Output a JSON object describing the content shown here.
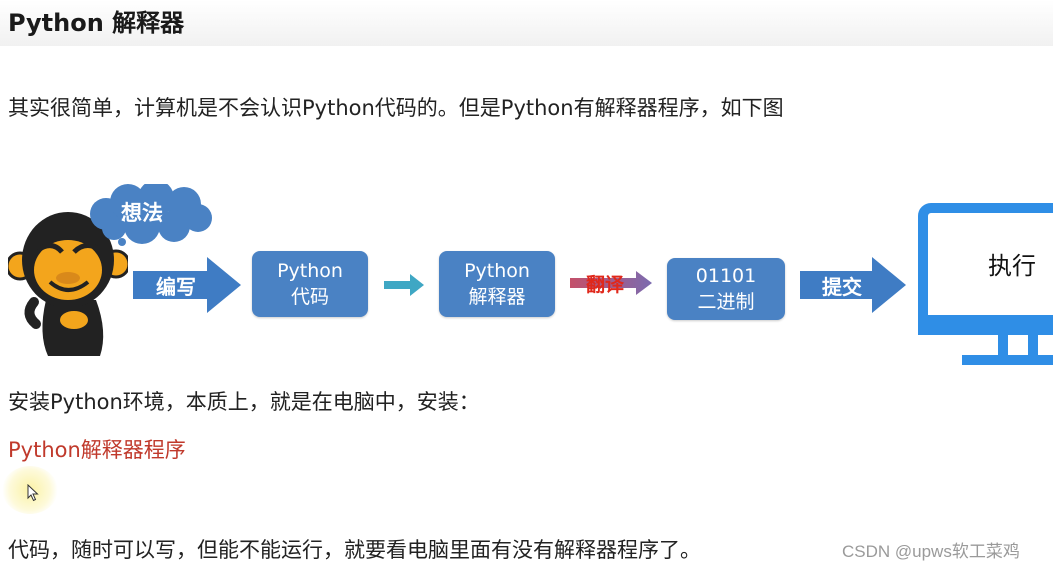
{
  "slide": {
    "title": "Python 解释器",
    "intro": "其实很简单，计算机是不会认识Python代码的。但是Python有解释器程序，如下图",
    "install_line": "安装Python环境，本质上，就是在电脑中，安装：",
    "highlight": "Python解释器程序",
    "conclusion": "代码，随时可以写，但能不能运行，就要看电脑里面有没有解释器程序了。",
    "watermark": "CSDN @upws软工菜鸡"
  },
  "diagram": {
    "thought_bubble": "想法",
    "step_write": "编写",
    "node_code": {
      "line1": "Python",
      "line2": "代码"
    },
    "node_interpreter": {
      "line1": "Python",
      "line2": "解释器"
    },
    "step_translate": "翻译",
    "node_binary": {
      "line1": "01101",
      "line2": "二进制"
    },
    "step_submit": "提交",
    "monitor_label": "执行"
  },
  "colors": {
    "node_blue": "#4a82c4",
    "arrow_blue": "#3f7cc4",
    "teal_arrow": "#3fa7c4",
    "highlight_red": "#c0392b",
    "translate_red": "#e0281b",
    "monitor_blue": "#2f8ee6"
  }
}
